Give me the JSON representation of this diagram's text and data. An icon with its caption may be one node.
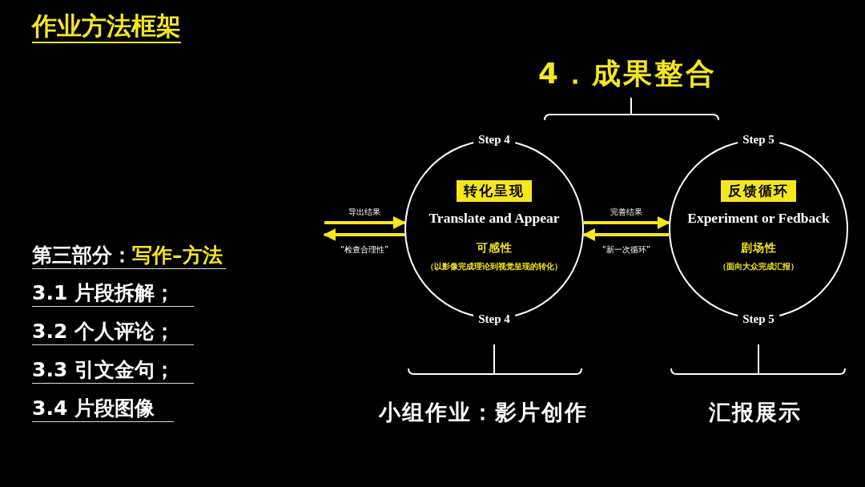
{
  "diagram": {
    "title": "作业方法框架",
    "nodes": [
      {
        "text": [
          "Step 4",
          "转化呈现",
          "Translate and Appear",
          "可感性",
          "（以影像完成理论到视觉呈现的转化）",
          "Step 4"
        ]
      },
      {
        "text": [
          "Step 5",
          "反馈循环",
          "Experiment or Fedback",
          "剧场性",
          "（面向大众完成汇报）",
          "Step 5"
        ]
      }
    ],
    "edges": [
      {
        "from": null,
        "to": 0,
        "arrow": "to",
        "label": "导出结果",
        "color": "#f5e61e"
      },
      {
        "from": 0,
        "to": null,
        "arrow": "to",
        "label": "“检查合理性”",
        "color": "#f5e61e"
      },
      {
        "from": 0,
        "to": 1,
        "arrow": "to",
        "label": "完善结果",
        "color": "#f5e61e"
      },
      {
        "from": 1,
        "to": 0,
        "arrow": "to",
        "label": "“新一次循环”",
        "color": "#f5e61e"
      }
    ],
    "labels": [
      "4．成果整合",
      "第三部分：",
      "写作–方法",
      "3.1 片段拆解；",
      "3.2 个人评论；",
      "3.3 引文金句；",
      "3.4 片段图像",
      "小组作业：影片创作",
      "汇报展示"
    ]
  }
}
